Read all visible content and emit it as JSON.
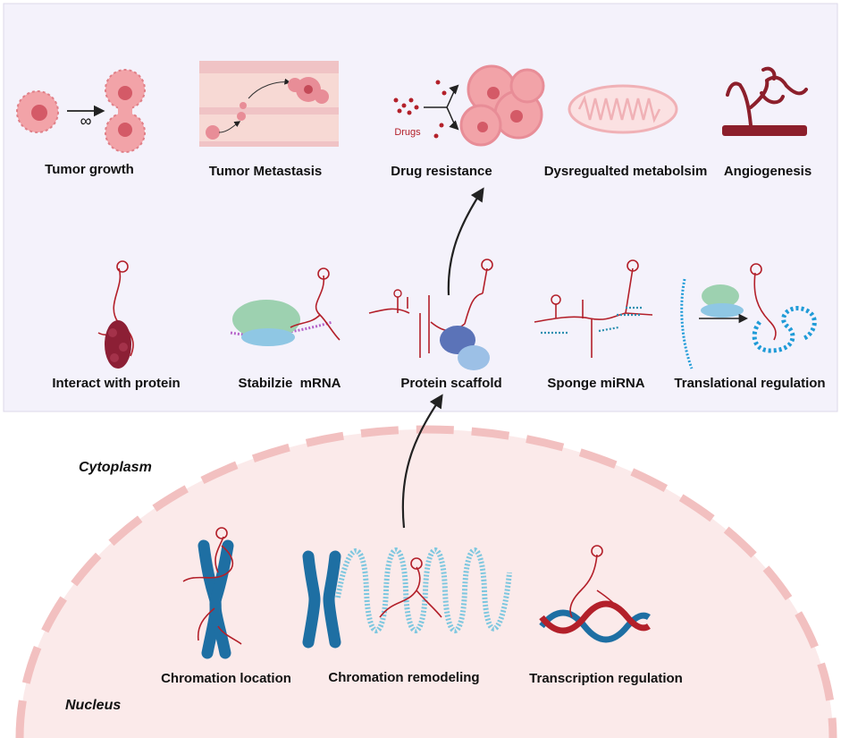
{
  "regions": {
    "cytoplasm": "Cytoplasm",
    "nucleus": "Nucleus"
  },
  "top_row": {
    "growth_symbol": "∞",
    "drugs_text": "Drugs",
    "labels": [
      "Tumor growth",
      "Tumor Metastasis",
      "Drug resistance",
      "Dysregualted metabolsim",
      "Angiogenesis"
    ]
  },
  "middle_row": {
    "labels": [
      "Interact with protein",
      "Stabilzie  mRNA",
      "Protein scaffold",
      "Sponge miRNA",
      "Translational regulation"
    ]
  },
  "nucleus_row": {
    "labels": [
      "Chromation location",
      "Chromation remodeling",
      "Transcription regulation"
    ]
  },
  "colors": {
    "panel_bg": "#f4f2fb",
    "nucleus_fill": "#fbeaea",
    "membrane": "#f2c0c0",
    "rna": "#b3202a",
    "chromosome": "#1e6fa3",
    "arrow": "#222222"
  }
}
